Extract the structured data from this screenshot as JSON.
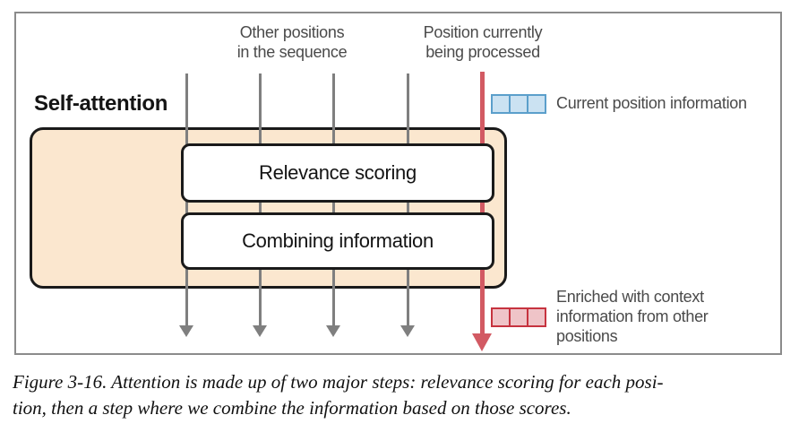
{
  "diagram": {
    "labels": {
      "other_positions": "Other positions\nin the sequence",
      "current_position": "Position currently\nbeing processed",
      "self_attention": "Self-attention"
    },
    "steps": [
      {
        "label": "Relevance scoring"
      },
      {
        "label": "Combining information"
      }
    ],
    "legend": [
      {
        "id": "current-position",
        "label": "Current position information",
        "fill": "#CBE2F2",
        "border": "#5B9FCB"
      },
      {
        "id": "enriched",
        "label": "Enriched with context\ninformation from other\npositions",
        "fill": "#EFC4C8",
        "border": "#C6333F"
      }
    ],
    "colors": {
      "container_fill": "#FBE7CF",
      "outline": "#1A1A1A",
      "gray_arrow": "#7F7F7F",
      "red_arrow": "#D25A63",
      "frame_border": "#8B8B8B",
      "label_text": "#4A4A4A"
    }
  },
  "caption": "Figure 3-16. Attention is made up of two major steps: relevance scoring for each posi-\ntion, then a step where we combine the information based on those scores."
}
